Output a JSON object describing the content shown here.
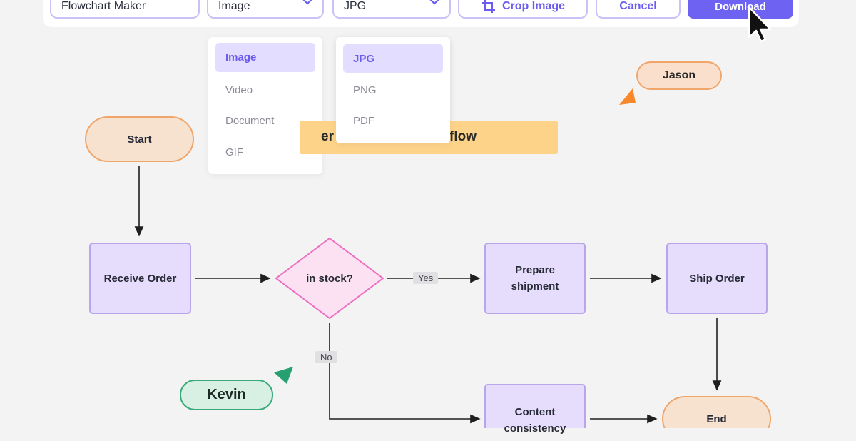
{
  "toolbar": {
    "name_field": "Flowchart Maker",
    "type_select": "Image",
    "format_select": "JPG",
    "crop_label": "Crop Image",
    "cancel_label": "Cancel",
    "download_label": "Download"
  },
  "type_menu": {
    "items": [
      "Image",
      "Video",
      "Document",
      "GIF"
    ],
    "selected": "Image"
  },
  "format_menu": {
    "items": [
      "JPG",
      "PNG",
      "PDF"
    ],
    "selected": "JPG"
  },
  "banner": {
    "left_fragment": "er",
    "right_fragment": "flow"
  },
  "collaborators": {
    "jason": "Jason",
    "kevin": "Kevin"
  },
  "flowchart": {
    "start": "Start",
    "receive_order": "Receive Order",
    "in_stock": "in stock?",
    "prepare_shipment_line1": "Prepare",
    "prepare_shipment_line2": "shipment",
    "ship_order": "Ship Order",
    "content_line1": "Content",
    "content_line2": "consistency",
    "end": "End",
    "yes_label": "Yes",
    "no_label": "No"
  },
  "colors": {
    "accent": "#6e62f2",
    "process_fill": "#e6dcfb",
    "process_stroke": "#b9a4ee",
    "terminal_fill": "#f7e1cf",
    "terminal_stroke": "#f0a56a",
    "decision_fill": "#fbe1f1",
    "decision_stroke": "#ee6fc0",
    "jason_cursor": "#f7892c",
    "kevin_cursor": "#27a06f"
  }
}
